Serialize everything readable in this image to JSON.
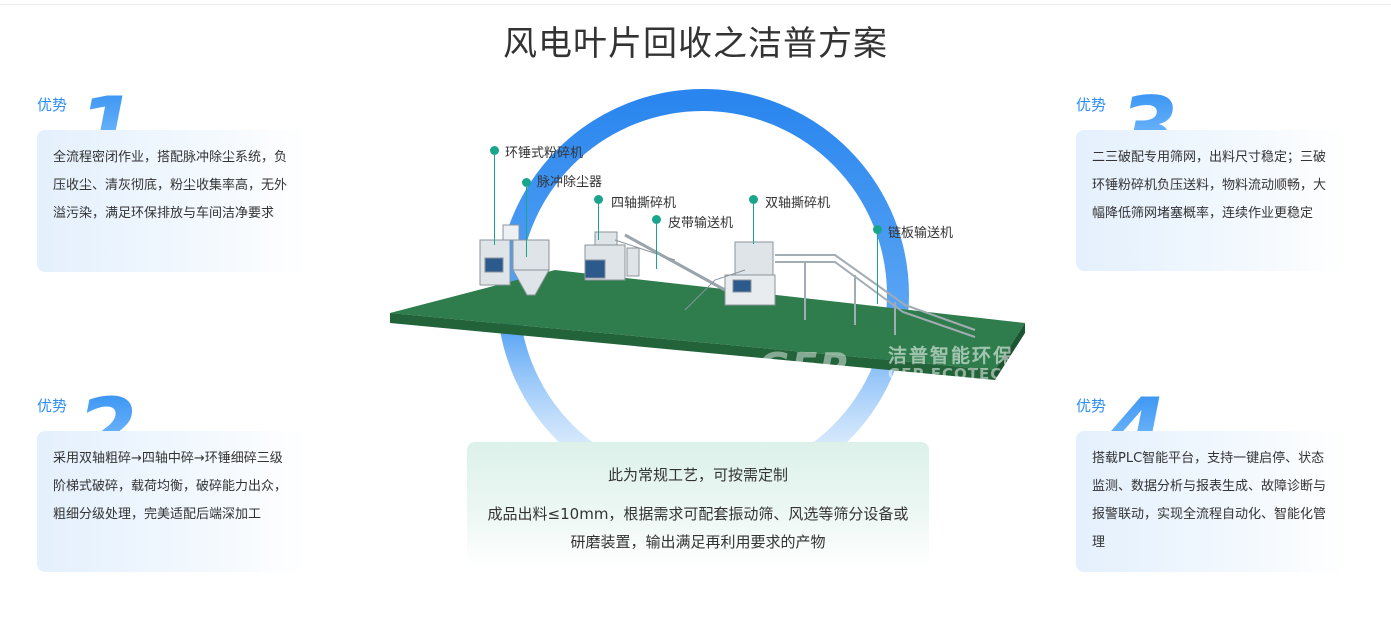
{
  "title": "风电叶片回收之洁普方案",
  "advantages": [
    {
      "tag": "优势",
      "number": "1",
      "text": "全流程密闭作业，搭配脉冲除尘系统，负压收尘、清灰彻底，粉尘收集率高，无外溢污染，满足环保排放与车间洁净要求"
    },
    {
      "tag": "优势",
      "number": "2",
      "text": "采用双轴粗碎→四轴中碎→环锤细碎三级阶梯式破碎，载荷均衡，破碎能力出众，粗细分级处理，完美适配后端深加工"
    },
    {
      "tag": "优势",
      "number": "3",
      "text": "二三破配专用筛网，出料尺寸稳定；三破环锤粉碎机负压送料，物料流动顺畅，大幅降低筛网堵塞概率，连续作业更稳定"
    },
    {
      "tag": "优势",
      "number": "4",
      "text": "搭载PLC智能平台，支持一键启停、状态监测、数据分析与报表生成、故障诊断与报警联动，实现全流程自动化、智能化管理"
    }
  ],
  "equipment": {
    "hammer_mill": "环锤式粉碎机",
    "dust_collector": "脉冲除尘器",
    "four_shaft": "四轴撕碎机",
    "belt_conveyor": "皮带输送机",
    "dual_shaft": "双轴撕碎机",
    "chain_conveyor": "链板输送机"
  },
  "watermark": {
    "logo": "GEP",
    "cn": "洁普智能环保",
    "en": "GEP ECOTECH"
  },
  "note": {
    "line1": "此为常规工艺，可按需定制",
    "line2": "成品出料≤10mm，根据需求可配套振动筛、风选等筛分设备或研磨装置，输出满足再利用要求的产物"
  },
  "colors": {
    "accent": "#2e8ef0",
    "platform": "#2f7d4c",
    "marker": "#19a58c"
  }
}
